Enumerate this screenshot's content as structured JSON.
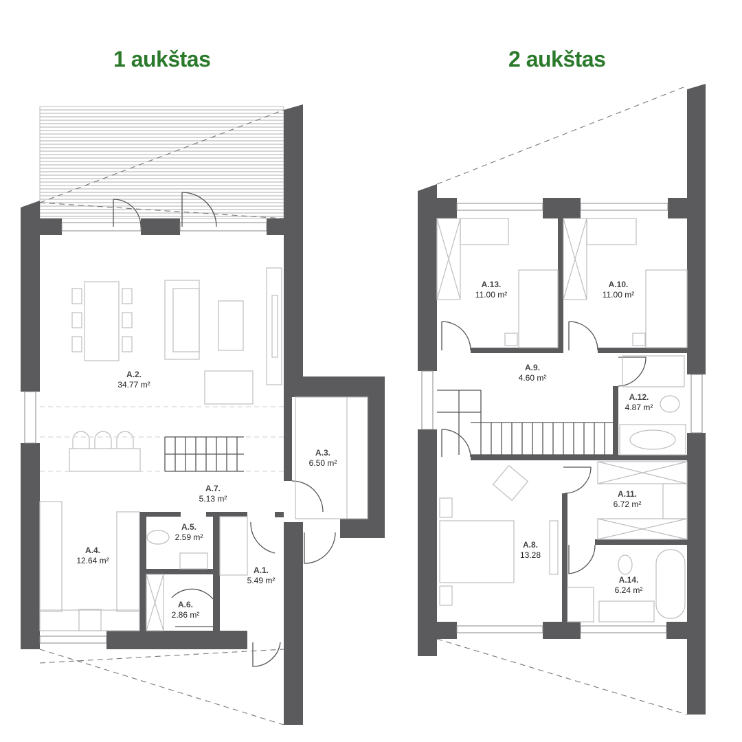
{
  "floors": [
    {
      "title": "1 aukštas",
      "rooms": [
        {
          "code": "A.1.",
          "area": "5.49 m²"
        },
        {
          "code": "A.2.",
          "area": "34.77 m²"
        },
        {
          "code": "A.3.",
          "area": "6.50 m²"
        },
        {
          "code": "A.4.",
          "area": "12.64 m²"
        },
        {
          "code": "A.5.",
          "area": "2.59 m²"
        },
        {
          "code": "A.6.",
          "area": "2.86 m²"
        },
        {
          "code": "A.7.",
          "area": "5.13 m²"
        }
      ]
    },
    {
      "title": "2 aukštas",
      "rooms": [
        {
          "code": "A.8.",
          "area": "13.28"
        },
        {
          "code": "A.9.",
          "area": "4.60 m²"
        },
        {
          "code": "A.10.",
          "area": "11.00 m²"
        },
        {
          "code": "A.11.",
          "area": "6.72 m²"
        },
        {
          "code": "A.12.",
          "area": "4.87 m²"
        },
        {
          "code": "A.13.",
          "area": "11.00 m²"
        },
        {
          "code": "A.14.",
          "area": "6.24 m²"
        }
      ]
    }
  ],
  "colors": {
    "title": "#2b7a2b",
    "wall": "#5b5b5d"
  }
}
